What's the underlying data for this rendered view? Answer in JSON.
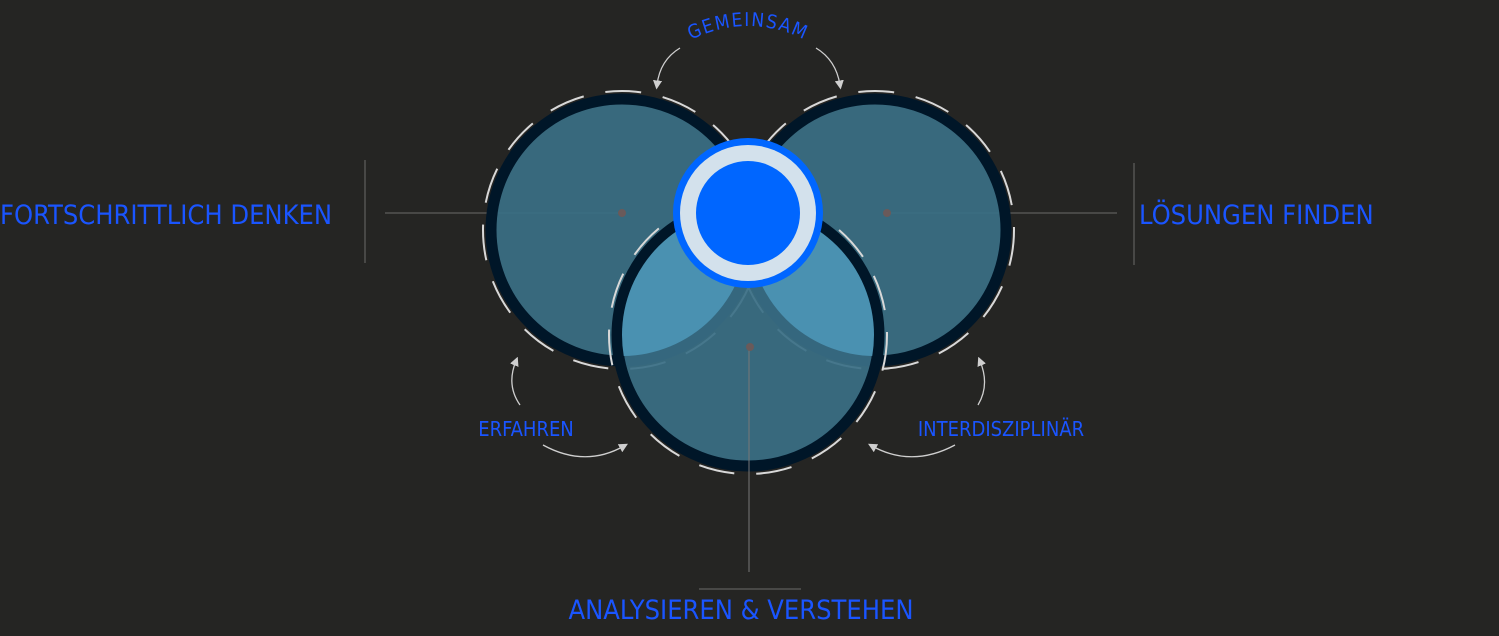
{
  "labels": {
    "left": "FORTSCHRITTLICH DENKEN",
    "right": "LÖSUNGEN FINDEN",
    "bottom": "ANALYSIEREN & VERSTEHEN",
    "top_arc": "GEMEINSAM",
    "lower_left": "ERFAHREN",
    "lower_right": "INTERDISZIPLINÄR"
  },
  "colors": {
    "background": "#252523",
    "label": "#1a55ff",
    "circle_fill": "#3f7f9c",
    "circle_ring": "#001628",
    "center": "#0066ff"
  }
}
